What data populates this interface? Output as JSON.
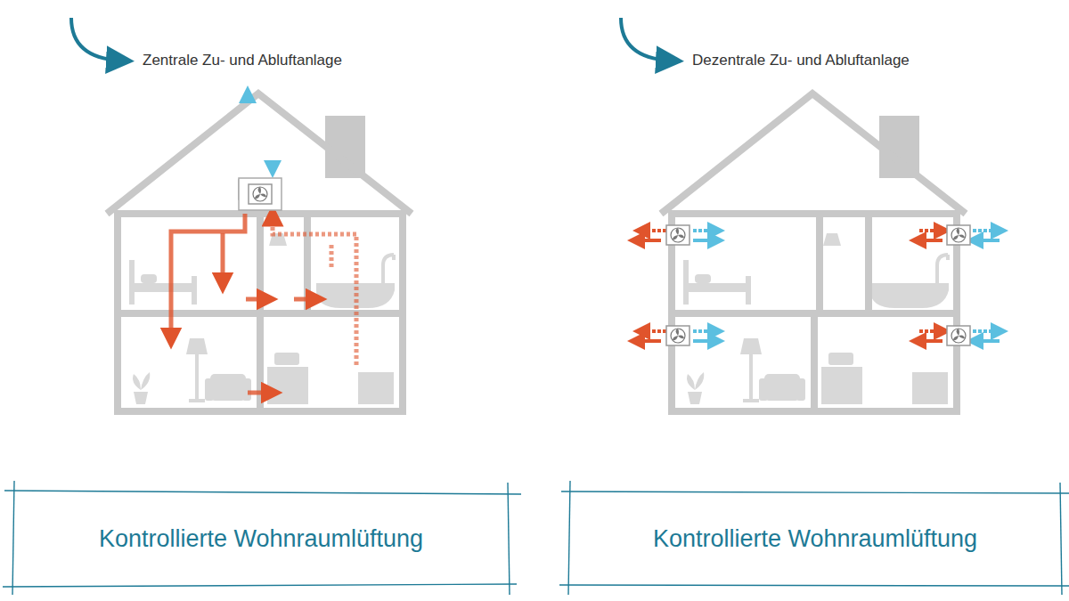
{
  "diagram": {
    "nodes": [
      {
        "text": [
          "Kontrollierte Wohnraumlüftung"
        ]
      },
      {
        "text": [
          "Kontrollierte Wohnraumlüftung"
        ]
      }
    ],
    "labels": [
      "Zentrale Zu- und Abluftanlage",
      "Dezentrale Zu- und Abluftanlage"
    ]
  }
}
